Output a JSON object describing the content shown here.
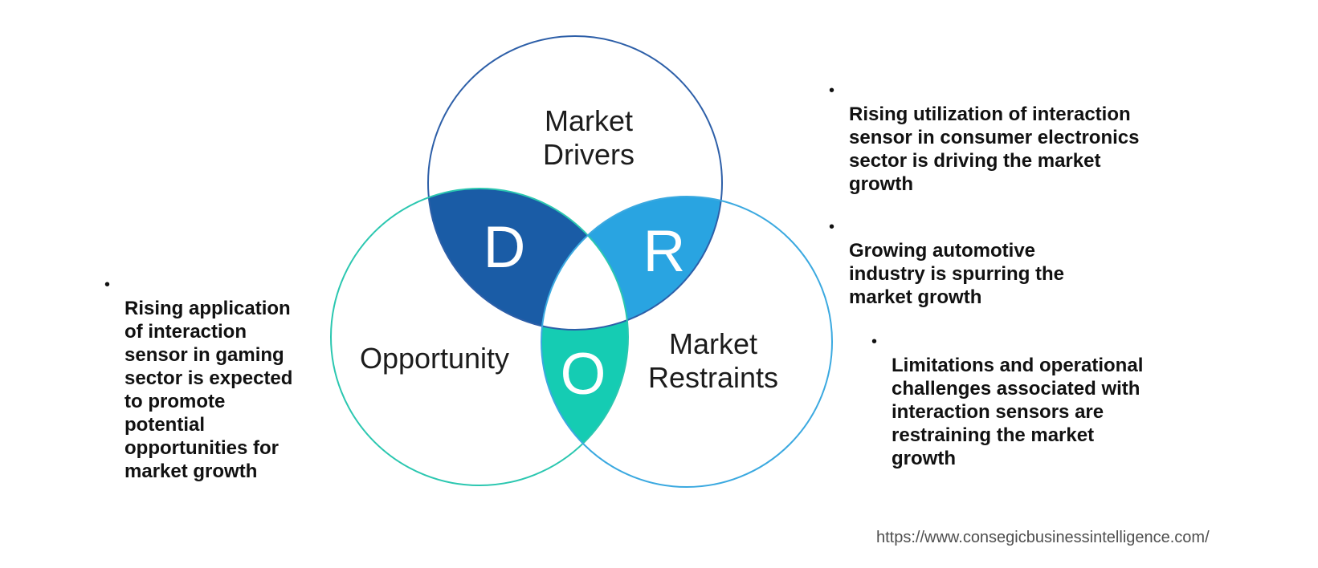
{
  "diagram": {
    "labels": {
      "drivers": "Market\nDrivers",
      "opportunity": "Opportunity",
      "restraints": "Market\nRestraints"
    },
    "letters": {
      "d": "D",
      "r": "R",
      "o": "O"
    },
    "colors": {
      "region_d_fill": "#1a5ca6",
      "region_r_fill": "#29a4e1",
      "region_o_fill": "#15ccb3",
      "drivers_outline": "#2d5fa8",
      "opportunity_outline": "#2bc7b0",
      "restraints_outline": "#3ba9e0",
      "letter_color": "#ffffff"
    }
  },
  "bullets": {
    "opportunity": [
      "Rising application\nof interaction\nsensor in gaming\nsector is expected\nto promote\npotential\nopportunities for\nmarket growth"
    ],
    "drivers": [
      "Rising utilization of interaction\nsensor in consumer electronics\nsector is driving the market\ngrowth",
      "Growing automotive\nindustry is spurring the\nmarket growth"
    ],
    "restraints": [
      "Limitations and operational\nchallenges associated with\ninteraction sensors are\nrestraining the market\ngrowth"
    ],
    "marker": "•"
  },
  "footer": {
    "url": "https://www.consegicbusinessintelligence.com/"
  }
}
